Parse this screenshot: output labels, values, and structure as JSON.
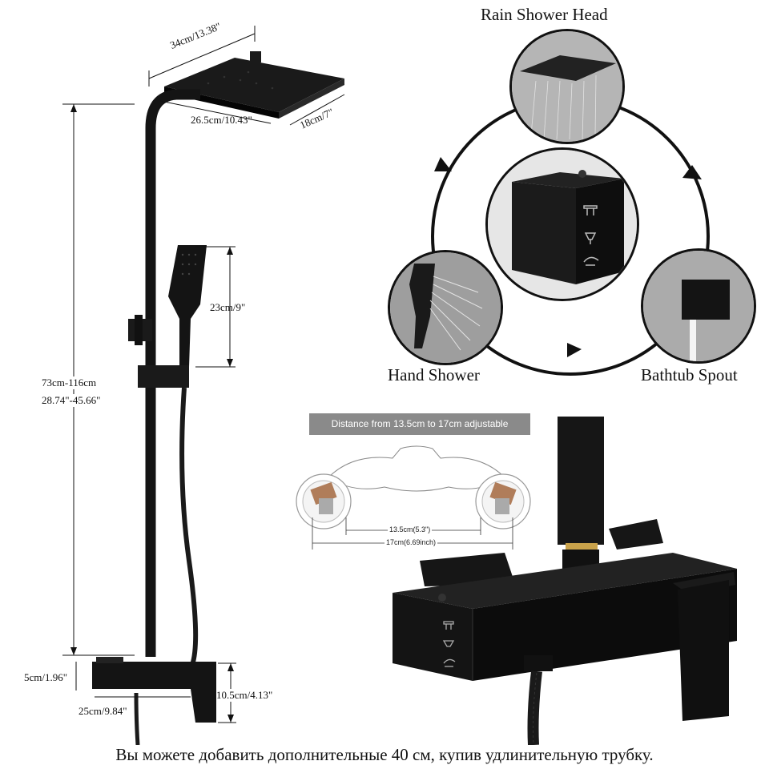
{
  "dimensions": {
    "head_width": "34cm/13.38\"",
    "head_inner": "26.5cm/10.43\"",
    "head_depth": "18cm/7\"",
    "hand_shower": "23cm/9\"",
    "height_cm": "73cm-116cm",
    "height_in": "28.74\"-45.66\"",
    "valve_height": "5cm/1.96\"",
    "valve_length": "25cm/9.84\"",
    "spout_height": "10.5cm/4.13\""
  },
  "modes": {
    "rain": "Rain Shower Head",
    "hand": "Hand Shower",
    "spout": "Bathtub Spout"
  },
  "adjust": {
    "banner": "Distance from 13.5cm to 17cm adjustable",
    "min": "13.5cm(5.3\")",
    "max": "17cm(6.69inch)"
  },
  "footer": "Вы можете добавить дополнительные 40 см, купив удлинительную трубку.",
  "colors": {
    "product": "#141414",
    "accent_brass": "#c9a24a"
  }
}
